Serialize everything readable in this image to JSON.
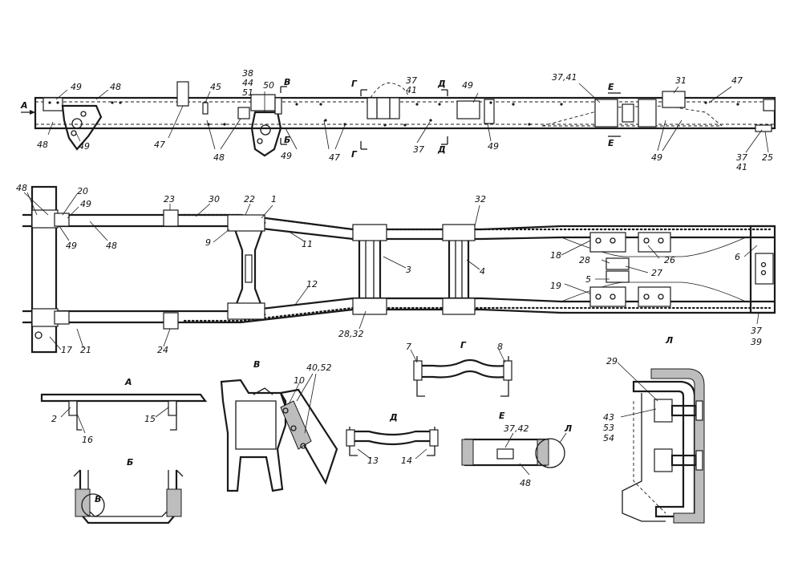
{
  "drawing": {
    "callouts": {
      "frame_top": [
        "49",
        "48",
        "48",
        "49",
        "45",
        "47",
        "38",
        "44",
        "51",
        "50",
        "48",
        "49",
        "47",
        "37",
        "41",
        "37",
        "49",
        "49",
        "37,41",
        "31",
        "47",
        "49",
        "37",
        "41",
        "25"
      ],
      "frame_plan": [
        "48",
        "20",
        "49",
        "49",
        "48",
        "23",
        "30",
        "22",
        "1",
        "9",
        "11",
        "12",
        "28,32",
        "3",
        "32",
        "4",
        "18",
        "28",
        "26",
        "27",
        "19",
        "5",
        "6",
        "37",
        "39",
        "17",
        "21",
        "24"
      ],
      "details": [
        "2",
        "16",
        "15",
        "10",
        "40,52",
        "7",
        "8",
        "13",
        "14",
        "37,42",
        "48",
        "29",
        "43",
        "53",
        "54"
      ]
    },
    "section_marks": {
      "a": "А",
      "b": "Б",
      "v": "В",
      "g": "Г",
      "d": "Д",
      "e": "Е",
      "l": "Л"
    }
  }
}
